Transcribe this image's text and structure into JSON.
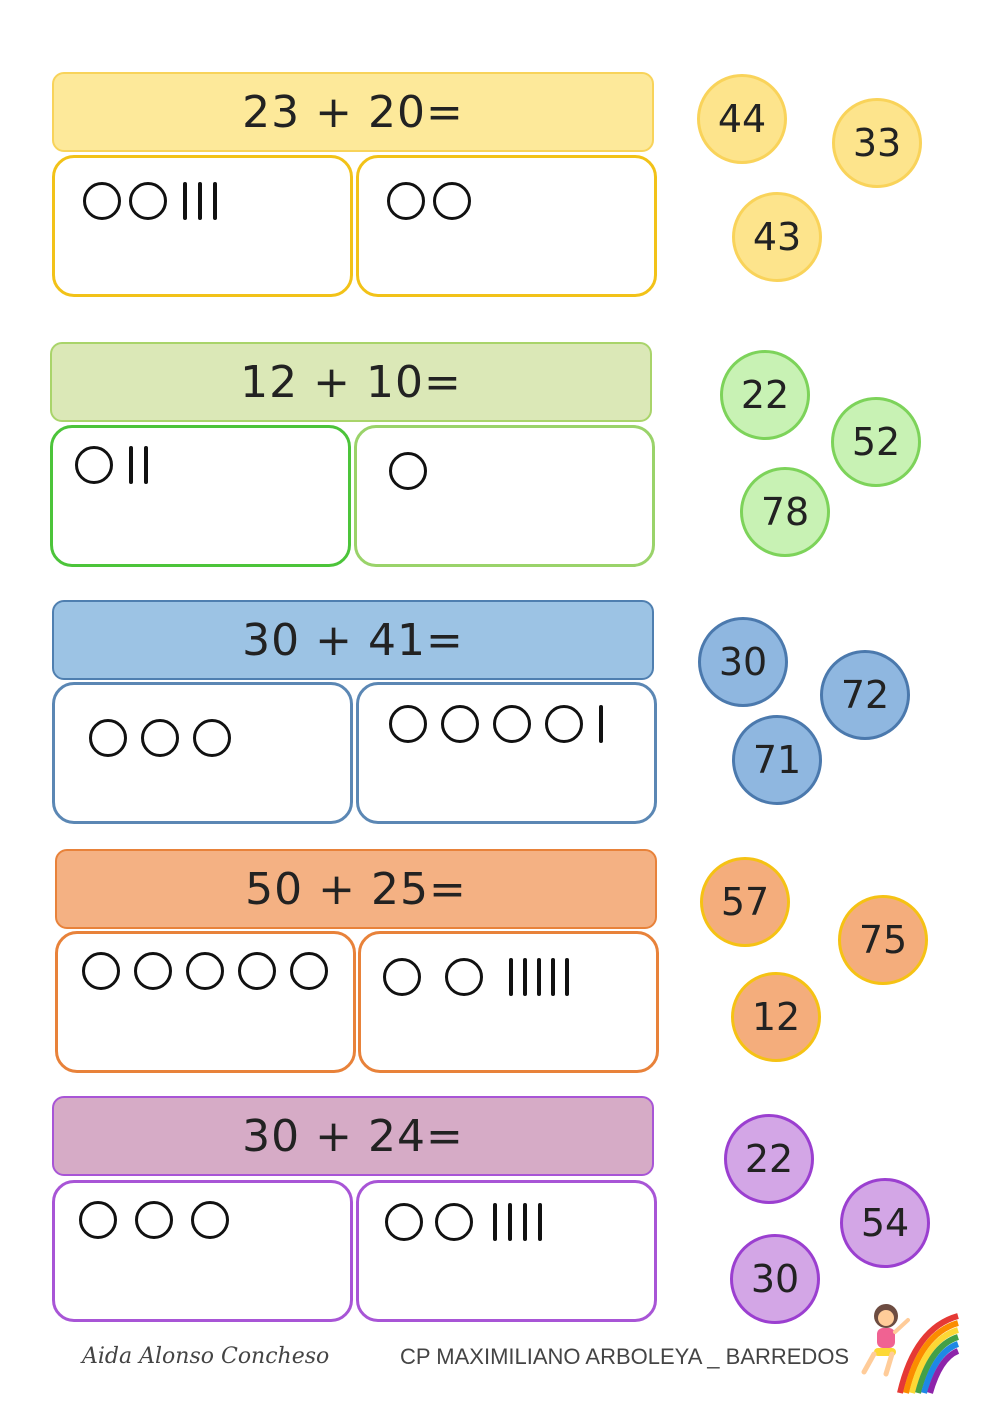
{
  "exercises": [
    {
      "equation": "23 + 20=",
      "tens": 2,
      "units": 3,
      "second_tens": 2,
      "second_units": 0,
      "options": [
        "44",
        "33",
        "43"
      ],
      "colors": {
        "banner": "#fde99a",
        "banner_border": "#f8d35a",
        "box_border1": "#f2c218",
        "box_border2": "#f2c218",
        "coin": "#fde48c",
        "coin_border": "#f9d35a"
      }
    },
    {
      "equation": "12 + 10=",
      "tens": 1,
      "units": 2,
      "second_tens": 1,
      "second_units": 0,
      "options": [
        "22",
        "52",
        "78"
      ],
      "colors": {
        "banner": "#dbe8b7",
        "banner_border": "#a9d46a",
        "box_border1": "#4cc43a",
        "box_border2": "#9ad36a",
        "coin": "#c8f2b4",
        "coin_border": "#7dd35a"
      }
    },
    {
      "equation": "30 + 41=",
      "tens": 3,
      "units": 0,
      "second_tens": 4,
      "second_units": 1,
      "options": [
        "30",
        "72",
        "71"
      ],
      "colors": {
        "banner": "#9cc3e4",
        "banner_border": "#4f7fb0",
        "box_border1": "#5b87b4",
        "box_border2": "#5b87b4",
        "coin": "#8fb7e0",
        "coin_border": "#4b79ad"
      }
    },
    {
      "equation": "50 + 25=",
      "tens": 5,
      "units": 0,
      "second_tens": 2,
      "second_units": 5,
      "options": [
        "57",
        "75",
        "12"
      ],
      "colors": {
        "banner": "#f4b183",
        "banner_border": "#e8823a",
        "box_border1": "#e8823a",
        "box_border2": "#e8823a",
        "coin": "#f4ad7c",
        "coin_border": "#f5c214"
      }
    },
    {
      "equation": "30 + 24=",
      "tens": 3,
      "units": 0,
      "second_tens": 2,
      "second_units": 4,
      "options": [
        "22",
        "54",
        "30"
      ],
      "colors": {
        "banner": "#d6abc6",
        "banner_border": "#a855d6",
        "box_border1": "#a855d6",
        "box_border2": "#a855d6",
        "coin": "#d3a6e6",
        "coin_border": "#9b3fd0"
      }
    }
  ],
  "footer": {
    "author": "Aida Alonso Concheso",
    "school": "CP MAXIMILIANO ARBOLEYA _ BARREDOS"
  },
  "logo_icon": "girl-on-rainbow-slide-icon"
}
